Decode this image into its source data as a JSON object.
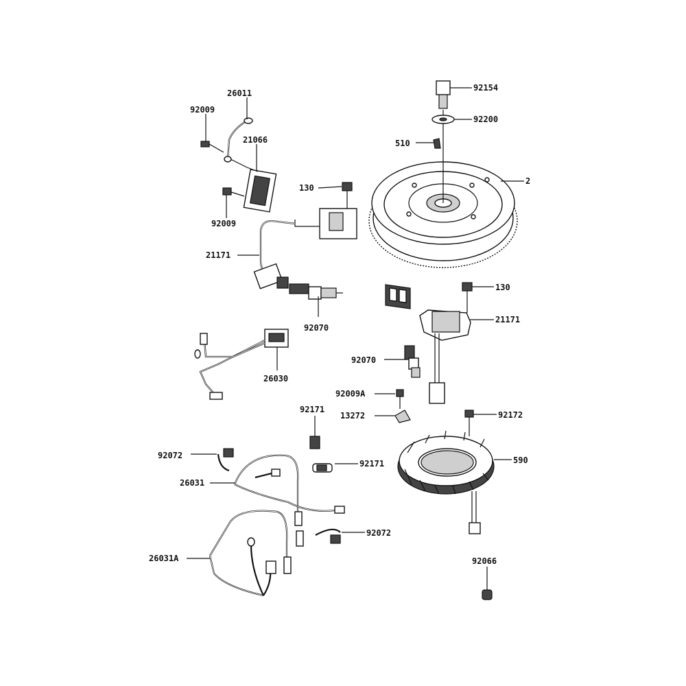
{
  "labels": {
    "p26011": "26011",
    "p92009_top": "92009",
    "p21066": "21066",
    "p92009_bottom": "92009",
    "p130_top": "130",
    "p21171_left": "21171",
    "p92070_left": "92070",
    "p92154": "92154",
    "p92200": "92200",
    "p510": "510",
    "p2": "2",
    "p130_right": "130",
    "p21171_right": "21171",
    "p92070_right": "92070",
    "p26030": "26030",
    "p92009A": "92009A",
    "p13272": "13272",
    "p92171_top": "92171",
    "p92171_mid": "92171",
    "p92072_left": "92072",
    "p26031": "26031",
    "p92072_right": "92072",
    "p26031A": "26031A",
    "p92172": "92172",
    "p590": "590",
    "p92066": "92066"
  }
}
